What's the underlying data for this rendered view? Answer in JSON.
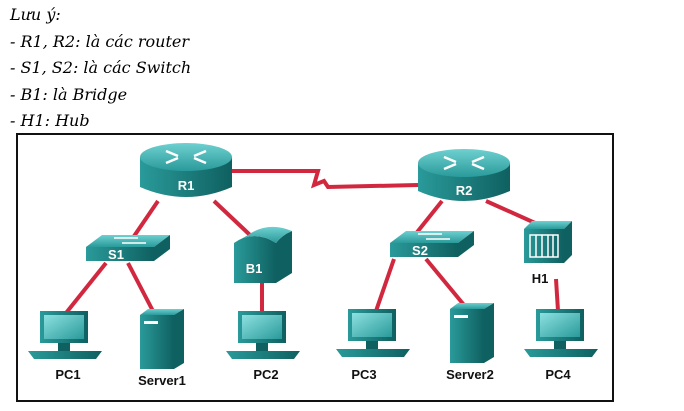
{
  "notes": {
    "title": "Lưu ý:",
    "lines": [
      "- R1, R2: là các router",
      "- S1, S2: là các Switch",
      "- B1: là Bridge",
      "- H1: Hub"
    ]
  },
  "devices": {
    "r1": "R1",
    "r2": "R2",
    "s1": "S1",
    "s2": "S2",
    "b1": "B1",
    "h1": "H1",
    "pc1": "PC1",
    "server1": "Server1",
    "pc2": "PC2",
    "pc3": "PC3",
    "server2": "Server2",
    "pc4": "PC4"
  },
  "colors": {
    "link": "#d1283f",
    "device": "#1f8e8e",
    "device_dark": "#0f6464",
    "device_light": "#5bc0c0"
  }
}
